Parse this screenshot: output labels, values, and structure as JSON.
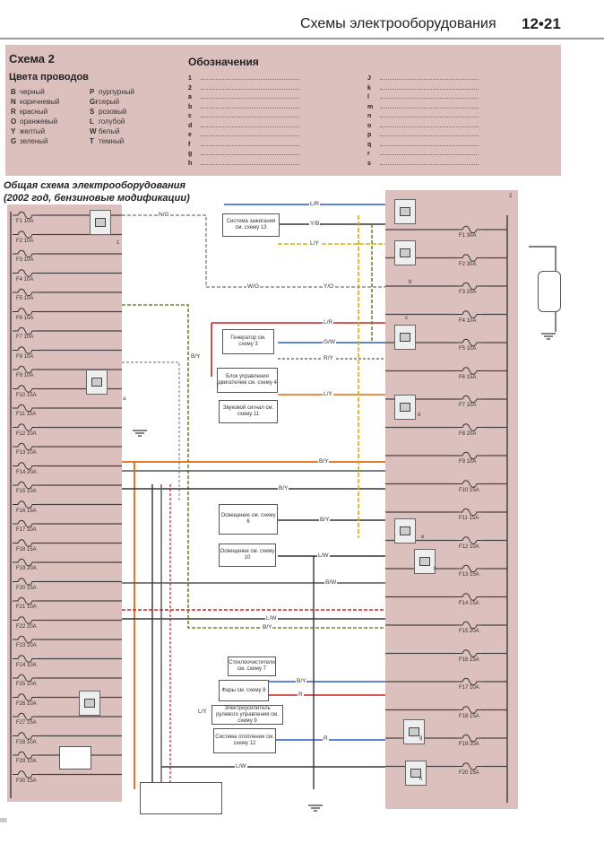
{
  "header": {
    "title": "Схемы электрооборудования",
    "page": "12•21"
  },
  "legend": {
    "scheme": "Схема 2",
    "wire_colors_title": "Цвета проводов",
    "wire_colors": [
      {
        "code": "B",
        "name": "черный"
      },
      {
        "code": "N",
        "name": "коричневый"
      },
      {
        "code": "R",
        "name": "красный"
      },
      {
        "code": "O",
        "name": "оранжевый"
      },
      {
        "code": "Y",
        "name": "желтый"
      },
      {
        "code": "G",
        "name": "зеленый"
      },
      {
        "code": "P",
        "name": "пурпурный"
      },
      {
        "code": "Gr",
        "name": "серый"
      },
      {
        "code": "S",
        "name": "розовый"
      },
      {
        "code": "L",
        "name": "голубой"
      },
      {
        "code": "W",
        "name": "белый"
      },
      {
        "code": "T",
        "name": "темный"
      }
    ],
    "symbols_title": "Обозначения",
    "symbols_left": [
      "1",
      "2",
      "a",
      "b",
      "c",
      "d",
      "e",
      "f",
      "g",
      "h"
    ],
    "symbols_right": [
      "J",
      "k",
      "l",
      "m",
      "n",
      "o",
      "p",
      "q",
      "r",
      "s"
    ]
  },
  "diagram_title_line1": "Общая схема электрооборудования",
  "diagram_title_line2": "(2002 год, бензиновые модификации)",
  "left_fuses": [
    "F1 10A",
    "F2 10A",
    "F3 10A",
    "F4 10A",
    "F5 10A",
    "F6 10A",
    "F7 10A",
    "F8 10A",
    "F9 10A",
    "F10 15A",
    "F11 10A",
    "F12 10A",
    "F13 10A",
    "F14 20A",
    "F15 10A",
    "F16 15A",
    "F17 10A",
    "F18 15A",
    "F19 20A",
    "F20 15A",
    "F21 10A",
    "F22 20A",
    "F23 10A",
    "F24 10A",
    "F25 10A",
    "F26 10A",
    "F27 15A",
    "F28 10A",
    "F29 10A",
    "F30 15A"
  ],
  "right_fuses": [
    "F1 30A",
    "F2 30A",
    "F3 20A",
    "F4 10A",
    "F5 10A",
    "F6 15A",
    "F7 10A",
    "F8 20A",
    "F9 10A",
    "F10 15A",
    "F11 15A",
    "F12 10A",
    "F13 15A",
    "F14 15A",
    "F15 20A",
    "F16 15A",
    "F17 10A",
    "F18 15A",
    "F19 20A",
    "F20 15A"
  ],
  "boxes": [
    {
      "id": "b1",
      "text": "Система зажигания см. схему 13"
    },
    {
      "id": "b2",
      "text": "Генератор см. схему 3"
    },
    {
      "id": "b3",
      "text": "Блок управления двигателем см. схему 4"
    },
    {
      "id": "b4",
      "text": "Звуковой сигнал см. схему 11"
    },
    {
      "id": "b5",
      "text": "Освещение см. схему 6"
    },
    {
      "id": "b6",
      "text": "Освещение см. схему 10"
    },
    {
      "id": "b7",
      "text": "Стеклоочистители см. схему 7"
    },
    {
      "id": "b8",
      "text": "Фары см. схему 8"
    },
    {
      "id": "b9",
      "text": "Электроусилитель рулевого управления см. схему 9"
    },
    {
      "id": "b10",
      "text": "Система отопления см. схему 12"
    }
  ],
  "wire_labels": [
    "N/G",
    "L/R",
    "Y/B",
    "L/Y",
    "W/G",
    "Y/O",
    "L/R",
    "G/W",
    "B/Y",
    "R/Y",
    "L/Y",
    "B/Y",
    "B/Y",
    "B/Y",
    "L/W",
    "B/W",
    "L/W",
    "B/Y",
    "B/Y",
    "R",
    "L/Y",
    "R",
    "L/W"
  ],
  "markers": [
    "1",
    "2",
    "a",
    "b",
    "c",
    "d",
    "e",
    "f",
    "g",
    "h"
  ],
  "footer": "IIII"
}
